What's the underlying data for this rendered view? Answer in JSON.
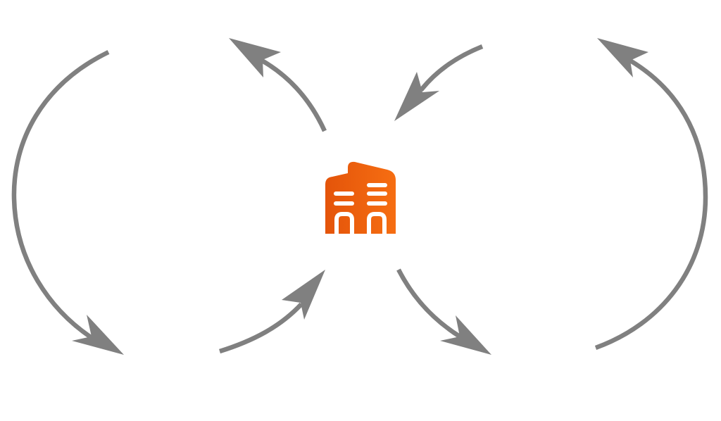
{
  "diagram": {
    "title": "",
    "center_node": {
      "icon": "building-icon",
      "label": ""
    },
    "colors": {
      "arrow": "#808080",
      "icon_gradient_start": "#e4540a",
      "icon_gradient_end": "#f66e12",
      "icon_detail": "#ffffff",
      "background": "#ffffff"
    },
    "arrows": [
      {
        "id": "left-outer-arc",
        "direction": "clockwise-down",
        "label": ""
      },
      {
        "id": "top-left-inner",
        "direction": "up-left",
        "label": ""
      },
      {
        "id": "top-right-inner",
        "direction": "down-left",
        "label": ""
      },
      {
        "id": "right-outer-arc",
        "direction": "counterclockwise-up",
        "label": ""
      },
      {
        "id": "bottom-left-inner",
        "direction": "up-right",
        "label": ""
      },
      {
        "id": "bottom-right-inner",
        "direction": "down-right",
        "label": ""
      }
    ]
  }
}
